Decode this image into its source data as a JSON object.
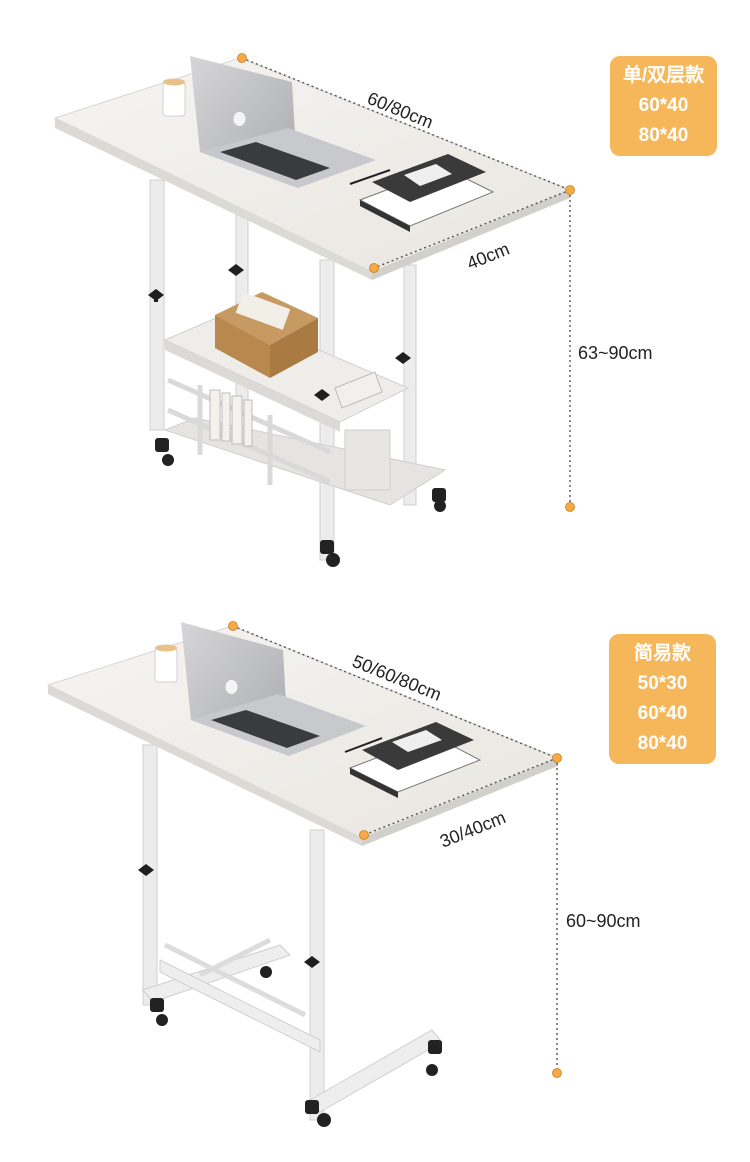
{
  "colors": {
    "badge_bg": "#f6b75a",
    "badge_text": "#ffffff",
    "dimension_dot": "#f6a945",
    "dimension_line": "#555555",
    "desk_top": "#f1efec",
    "frame": "#ededed"
  },
  "products": [
    {
      "badge": {
        "title": "单/双层款",
        "sizes": [
          "60*40",
          "80*40"
        ]
      },
      "dimensions": {
        "length": "60/80cm",
        "width": "40cm",
        "height": "63~90cm"
      }
    },
    {
      "badge": {
        "title": "简易款",
        "sizes": [
          "50*30",
          "60*40",
          "80*40"
        ]
      },
      "dimensions": {
        "length": "50/60/80cm",
        "width": "30/40cm",
        "height": "60~90cm"
      }
    }
  ]
}
